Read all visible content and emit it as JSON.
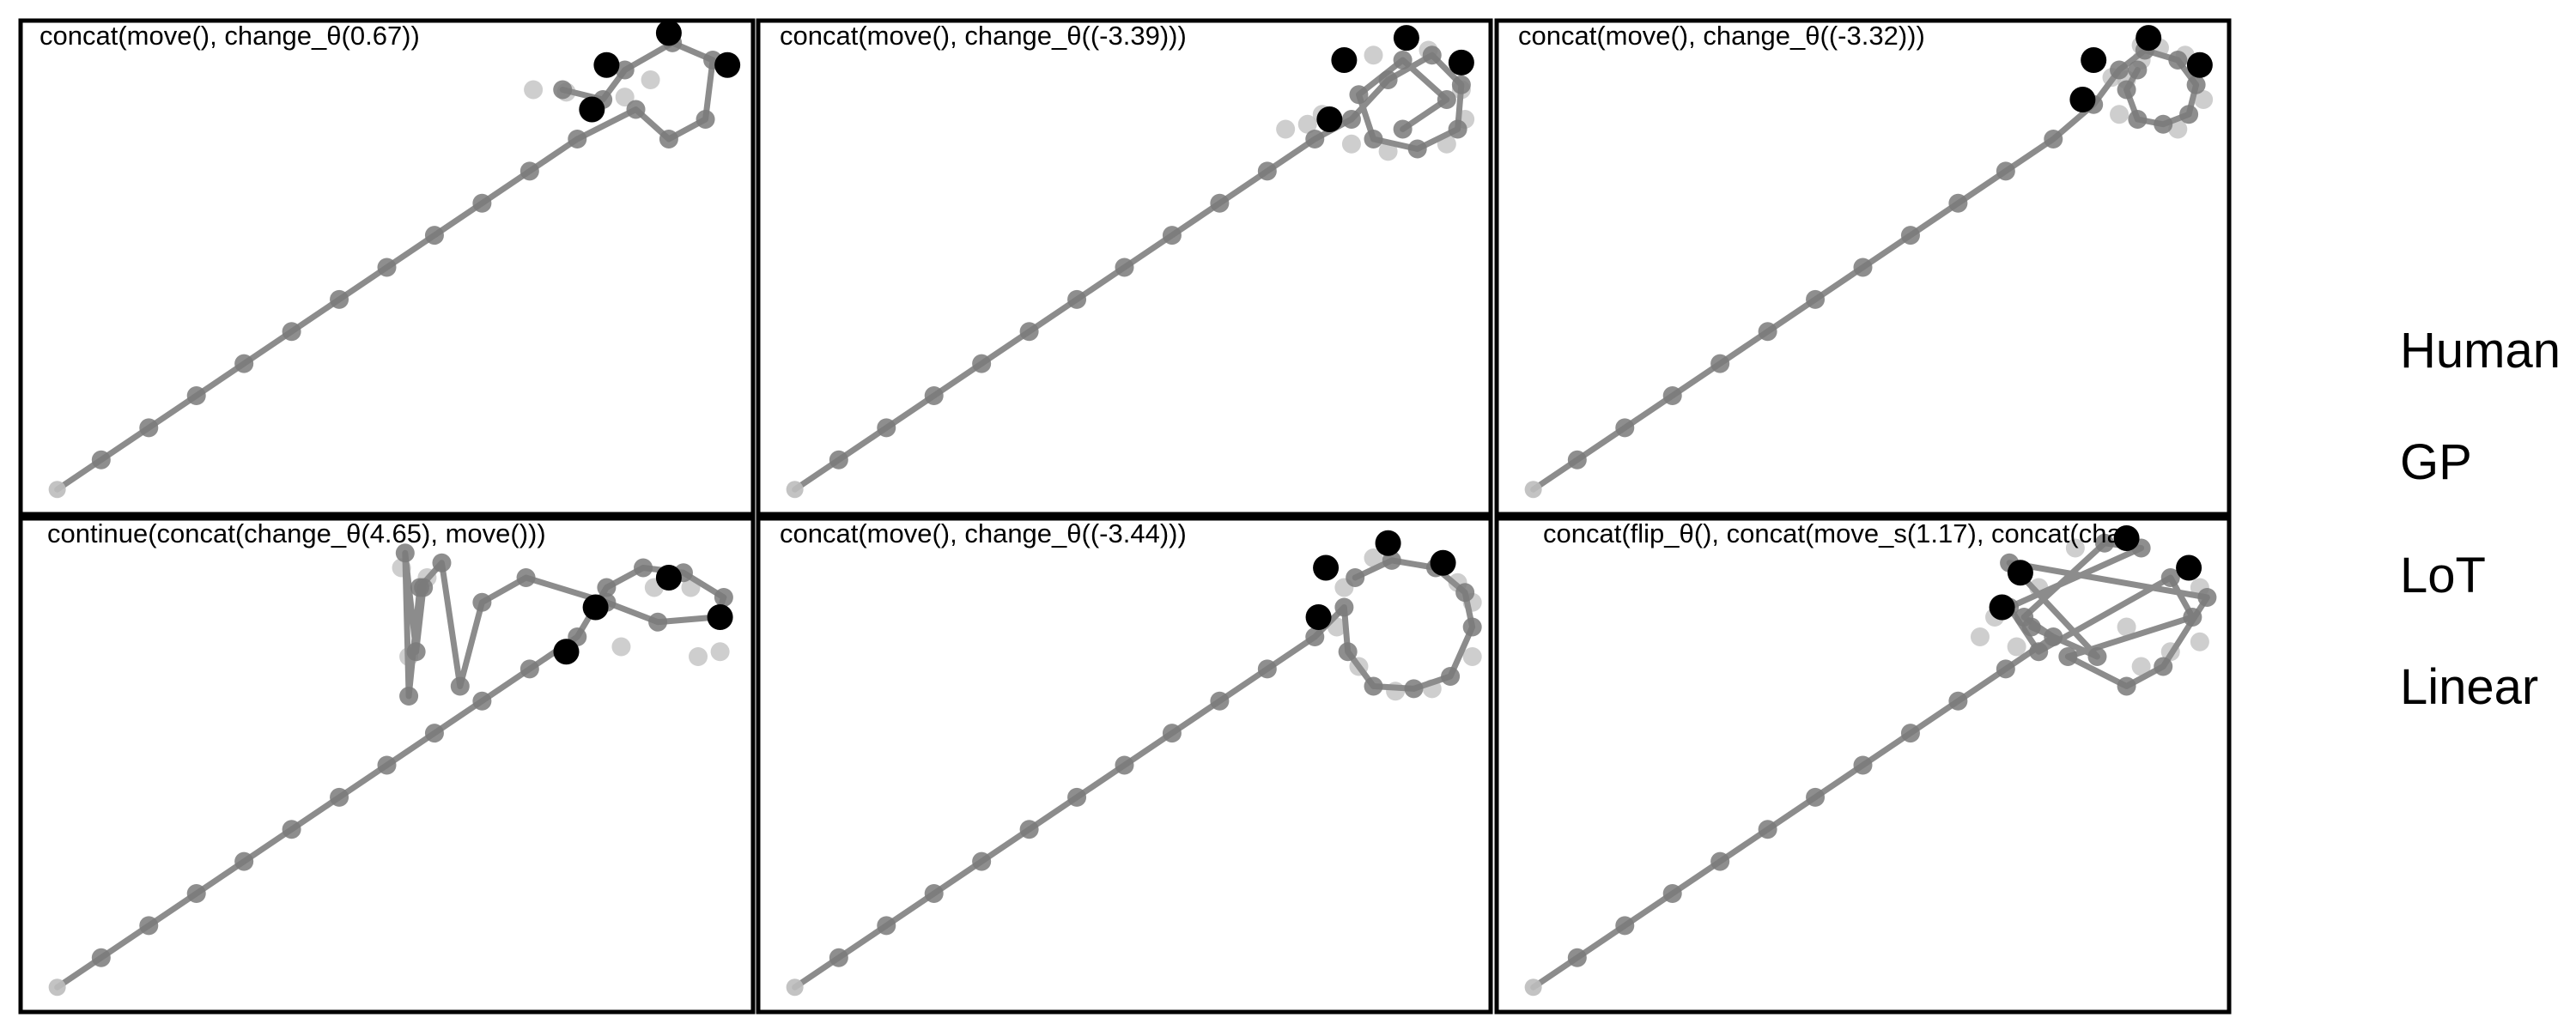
{
  "legend": [
    "Human",
    "GP",
    "LoT",
    "Linear"
  ],
  "colors": {
    "observed_point": "#000000",
    "trajectory_line": "#8c8c8c",
    "predicted_point": "#7a7a7a",
    "faded_point": "#bdbdbd",
    "frame": "#000000"
  },
  "panels": [
    {
      "caption": "concat(move(), change_θ(0.67))",
      "trajectory": [
        [
          0.05,
          0.05
        ],
        [
          0.11,
          0.11
        ],
        [
          0.175,
          0.175
        ],
        [
          0.24,
          0.24
        ],
        [
          0.305,
          0.305
        ],
        [
          0.37,
          0.37
        ],
        [
          0.435,
          0.435
        ],
        [
          0.5,
          0.5
        ],
        [
          0.565,
          0.565
        ],
        [
          0.63,
          0.63
        ],
        [
          0.695,
          0.695
        ],
        [
          0.76,
          0.76
        ],
        [
          0.84,
          0.82
        ],
        [
          0.885,
          0.76
        ],
        [
          0.935,
          0.8
        ],
        [
          0.945,
          0.92
        ],
        [
          0.89,
          0.955
        ],
        [
          0.825,
          0.9
        ],
        [
          0.795,
          0.84
        ],
        [
          0.74,
          0.86
        ]
      ],
      "observed": [
        [
          0.8,
          0.91
        ],
        [
          0.885,
          0.975
        ],
        [
          0.965,
          0.91
        ],
        [
          0.78,
          0.82
        ]
      ],
      "faded": [
        [
          0.7,
          0.86
        ],
        [
          0.745,
          0.855
        ],
        [
          0.825,
          0.845
        ],
        [
          0.86,
          0.88
        ]
      ]
    },
    {
      "caption": "concat(move(), change_θ((-3.39)))",
      "trajectory": [
        [
          0.05,
          0.05
        ],
        [
          0.11,
          0.11
        ],
        [
          0.175,
          0.175
        ],
        [
          0.24,
          0.24
        ],
        [
          0.305,
          0.305
        ],
        [
          0.37,
          0.37
        ],
        [
          0.435,
          0.435
        ],
        [
          0.5,
          0.5
        ],
        [
          0.565,
          0.565
        ],
        [
          0.63,
          0.63
        ],
        [
          0.695,
          0.695
        ],
        [
          0.76,
          0.76
        ],
        [
          0.81,
          0.8
        ],
        [
          0.86,
          0.88
        ],
        [
          0.92,
          0.93
        ],
        [
          0.96,
          0.87
        ],
        [
          0.955,
          0.78
        ],
        [
          0.9,
          0.74
        ],
        [
          0.84,
          0.76
        ],
        [
          0.82,
          0.85
        ],
        [
          0.88,
          0.92
        ],
        [
          0.94,
          0.84
        ],
        [
          0.88,
          0.78
        ]
      ],
      "observed": [
        [
          0.8,
          0.92
        ],
        [
          0.885,
          0.965
        ],
        [
          0.96,
          0.915
        ],
        [
          0.78,
          0.8
        ]
      ],
      "faded": [
        [
          0.72,
          0.78
        ],
        [
          0.75,
          0.79
        ],
        [
          0.77,
          0.81
        ],
        [
          0.81,
          0.75
        ],
        [
          0.86,
          0.735
        ],
        [
          0.94,
          0.75
        ],
        [
          0.965,
          0.8
        ],
        [
          0.96,
          0.86
        ],
        [
          0.84,
          0.93
        ],
        [
          0.915,
          0.94
        ]
      ]
    },
    {
      "caption": "concat(move(), change_θ((-3.32)))",
      "trajectory": [
        [
          0.05,
          0.05
        ],
        [
          0.11,
          0.11
        ],
        [
          0.175,
          0.175
        ],
        [
          0.24,
          0.24
        ],
        [
          0.305,
          0.305
        ],
        [
          0.37,
          0.37
        ],
        [
          0.435,
          0.435
        ],
        [
          0.5,
          0.5
        ],
        [
          0.565,
          0.565
        ],
        [
          0.63,
          0.63
        ],
        [
          0.695,
          0.695
        ],
        [
          0.76,
          0.76
        ],
        [
          0.815,
          0.83
        ],
        [
          0.85,
          0.9
        ],
        [
          0.885,
          0.94
        ],
        [
          0.93,
          0.92
        ],
        [
          0.955,
          0.87
        ],
        [
          0.945,
          0.81
        ],
        [
          0.91,
          0.79
        ],
        [
          0.875,
          0.8
        ],
        [
          0.86,
          0.86
        ],
        [
          0.875,
          0.9
        ]
      ],
      "observed": [
        [
          0.815,
          0.92
        ],
        [
          0.89,
          0.965
        ],
        [
          0.96,
          0.91
        ],
        [
          0.8,
          0.84
        ]
      ],
      "faded": [
        [
          0.84,
          0.885
        ],
        [
          0.86,
          0.88
        ],
        [
          0.88,
          0.95
        ],
        [
          0.905,
          0.945
        ],
        [
          0.94,
          0.93
        ],
        [
          0.965,
          0.84
        ],
        [
          0.93,
          0.78
        ],
        [
          0.85,
          0.81
        ],
        [
          0.88,
          0.92
        ]
      ]
    },
    {
      "caption": "continue(concat(change_θ(4.65), move()))",
      "trajectory": [
        [
          0.05,
          0.05
        ],
        [
          0.11,
          0.11
        ],
        [
          0.175,
          0.175
        ],
        [
          0.24,
          0.24
        ],
        [
          0.305,
          0.305
        ],
        [
          0.37,
          0.37
        ],
        [
          0.435,
          0.435
        ],
        [
          0.5,
          0.5
        ],
        [
          0.565,
          0.565
        ],
        [
          0.63,
          0.63
        ],
        [
          0.695,
          0.695
        ],
        [
          0.76,
          0.76
        ],
        [
          0.8,
          0.86
        ],
        [
          0.85,
          0.9
        ],
        [
          0.905,
          0.89
        ],
        [
          0.96,
          0.84
        ],
        [
          0.95,
          0.8
        ],
        [
          0.87,
          0.79
        ],
        [
          0.8,
          0.83
        ],
        [
          0.69,
          0.88
        ],
        [
          0.63,
          0.83
        ],
        [
          0.6,
          0.66
        ],
        [
          0.575,
          0.91
        ],
        [
          0.545,
          0.86
        ],
        [
          0.53,
          0.64
        ],
        [
          0.525,
          0.93
        ],
        [
          0.54,
          0.73
        ],
        [
          0.55,
          0.86
        ]
      ],
      "observed": [
        [
          0.785,
          0.82
        ],
        [
          0.885,
          0.88
        ],
        [
          0.955,
          0.8
        ],
        [
          0.745,
          0.73
        ]
      ],
      "faded": [
        [
          0.52,
          0.9
        ],
        [
          0.555,
          0.88
        ],
        [
          0.53,
          0.72
        ],
        [
          0.82,
          0.74
        ],
        [
          0.865,
          0.86
        ],
        [
          0.915,
          0.86
        ],
        [
          0.955,
          0.73
        ],
        [
          0.925,
          0.72
        ]
      ]
    },
    {
      "caption": "concat(move(), change_θ((-3.44)))",
      "trajectory": [
        [
          0.05,
          0.05
        ],
        [
          0.11,
          0.11
        ],
        [
          0.175,
          0.175
        ],
        [
          0.24,
          0.24
        ],
        [
          0.305,
          0.305
        ],
        [
          0.37,
          0.37
        ],
        [
          0.435,
          0.435
        ],
        [
          0.5,
          0.5
        ],
        [
          0.565,
          0.565
        ],
        [
          0.63,
          0.63
        ],
        [
          0.695,
          0.695
        ],
        [
          0.76,
          0.76
        ],
        [
          0.8,
          0.82
        ],
        [
          0.805,
          0.73
        ],
        [
          0.84,
          0.66
        ],
        [
          0.895,
          0.655
        ],
        [
          0.945,
          0.68
        ],
        [
          0.975,
          0.78
        ],
        [
          0.965,
          0.85
        ],
        [
          0.925,
          0.9
        ],
        [
          0.865,
          0.915
        ],
        [
          0.815,
          0.88
        ]
      ],
      "observed": [
        [
          0.775,
          0.9
        ],
        [
          0.86,
          0.95
        ],
        [
          0.935,
          0.91
        ],
        [
          0.765,
          0.8
        ]
      ],
      "faded": [
        [
          0.79,
          0.78
        ],
        [
          0.82,
          0.7
        ],
        [
          0.87,
          0.65
        ],
        [
          0.92,
          0.655
        ],
        [
          0.975,
          0.72
        ],
        [
          0.975,
          0.83
        ],
        [
          0.955,
          0.87
        ],
        [
          0.84,
          0.92
        ],
        [
          0.8,
          0.86
        ]
      ]
    },
    {
      "caption": "concat(flip_θ(), concat(move_s(1.17), concat(chan",
      "trajectory": [
        [
          0.05,
          0.05
        ],
        [
          0.11,
          0.11
        ],
        [
          0.175,
          0.175
        ],
        [
          0.24,
          0.24
        ],
        [
          0.305,
          0.305
        ],
        [
          0.37,
          0.37
        ],
        [
          0.435,
          0.435
        ],
        [
          0.5,
          0.5
        ],
        [
          0.565,
          0.565
        ],
        [
          0.63,
          0.63
        ],
        [
          0.695,
          0.695
        ],
        [
          0.76,
          0.76
        ],
        [
          0.72,
          0.8
        ],
        [
          0.83,
          0.95
        ],
        [
          0.88,
          0.94
        ],
        [
          0.7,
          0.82
        ],
        [
          0.74,
          0.73
        ],
        [
          0.92,
          0.88
        ],
        [
          0.95,
          0.8
        ],
        [
          0.78,
          0.72
        ],
        [
          0.86,
          0.66
        ],
        [
          0.91,
          0.7
        ],
        [
          0.97,
          0.84
        ],
        [
          0.7,
          0.91
        ],
        [
          0.82,
          0.72
        ],
        [
          0.73,
          0.78
        ]
      ],
      "observed": [
        [
          0.715,
          0.89
        ],
        [
          0.86,
          0.96
        ],
        [
          0.945,
          0.9
        ],
        [
          0.69,
          0.82
        ]
      ],
      "faded": [
        [
          0.66,
          0.76
        ],
        [
          0.71,
          0.74
        ],
        [
          0.79,
          0.94
        ],
        [
          0.86,
          0.78
        ],
        [
          0.92,
          0.73
        ],
        [
          0.74,
          0.86
        ],
        [
          0.96,
          0.75
        ],
        [
          0.96,
          0.86
        ],
        [
          0.88,
          0.7
        ],
        [
          0.68,
          0.8
        ]
      ]
    }
  ]
}
